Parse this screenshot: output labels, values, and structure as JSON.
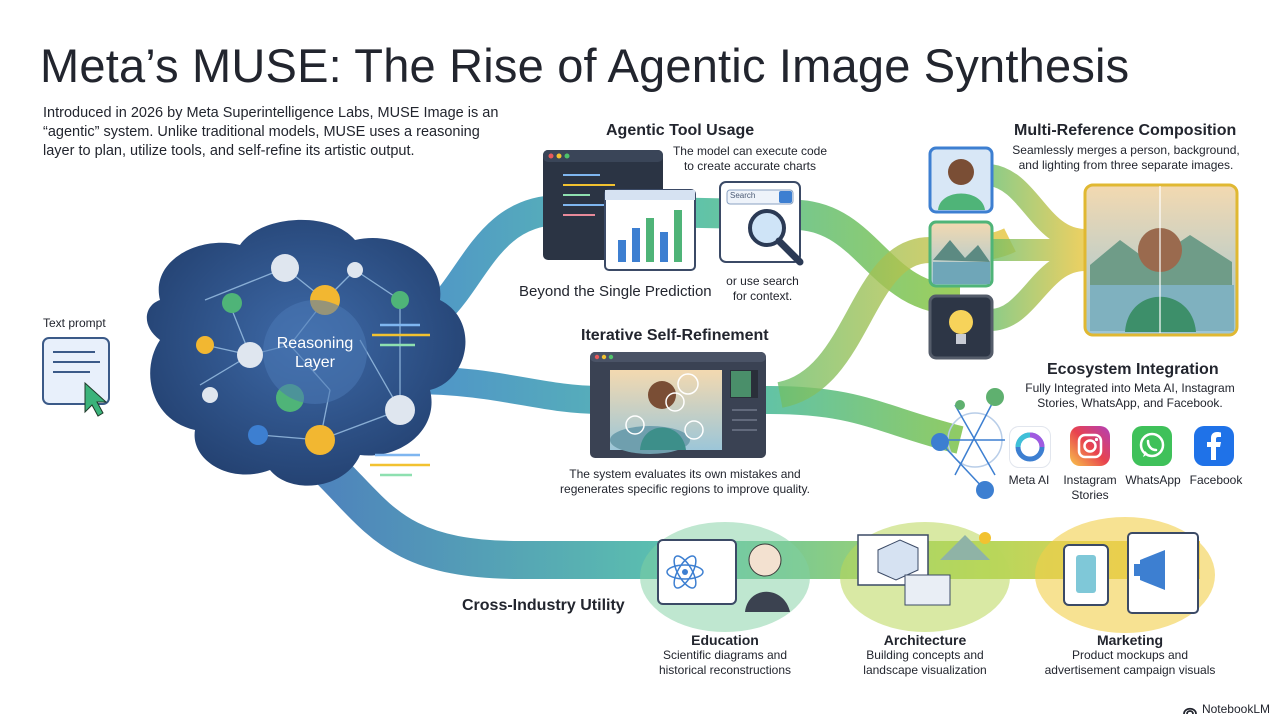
{
  "title": "Meta’s MUSE: The Rise of Agentic Image Synthesis",
  "intro": "Introduced in 2026 by Meta Superintelligence Labs, MUSE Image is an “agentic” system. Unlike traditional models, MUSE uses a reasoning layer to plan, utilize tools, and self-refine its artistic output.",
  "input": {
    "label": "Text prompt"
  },
  "brain": {
    "label_line1": "Reasoning",
    "label_line2": "Layer"
  },
  "tool_usage": {
    "title": "Agentic Tool Usage",
    "code_caption_line1": "The model can execute code",
    "code_caption_line2": "to create accurate charts",
    "search_placeholder": "Search",
    "search_caption_line1": "or use search",
    "search_caption_line2": "for context.",
    "subtitle": "Beyond the Single Prediction"
  },
  "refinement": {
    "title": "Iterative Self-Refinement",
    "caption_line1": "The system evaluates its own mistakes and",
    "caption_line2": "regenerates specific regions to improve quality."
  },
  "multi_ref": {
    "title": "Multi-Reference Composition",
    "caption_line1": "Seamlessly merges a person, background,",
    "caption_line2": "and lighting from three separate images."
  },
  "ecosystem": {
    "title": "Ecosystem Integration",
    "caption_line1": "Fully Integrated into Meta AI, Instagram",
    "caption_line2": "Stories, WhatsApp, and Facebook.",
    "apps": [
      {
        "name_line1": "Meta AI",
        "name_line2": "",
        "icon": "meta-ai-icon"
      },
      {
        "name_line1": "Instagram",
        "name_line2": "Stories",
        "icon": "instagram-icon"
      },
      {
        "name_line1": "WhatsApp",
        "name_line2": "",
        "icon": "whatsapp-icon"
      },
      {
        "name_line1": "Facebook",
        "name_line2": "",
        "icon": "facebook-icon"
      }
    ]
  },
  "industry": {
    "title": "Cross-Industry Utility",
    "items": [
      {
        "name": "Education",
        "desc_line1": "Scientific diagrams and",
        "desc_line2": "historical reconstructions"
      },
      {
        "name": "Architecture",
        "desc_line1": "Building concepts and",
        "desc_line2": "landscape visualization"
      },
      {
        "name": "Marketing",
        "desc_line1": "Product mockups and",
        "desc_line2": "advertisement campaign visuals"
      }
    ]
  },
  "brand": "NotebookLM",
  "colors": {
    "path_blue": "#2f7fc0",
    "path_teal": "#3fb7a0",
    "path_green": "#8cc63f",
    "path_yellow": "#f2c230",
    "brain_dark": "#2a4a7e"
  }
}
